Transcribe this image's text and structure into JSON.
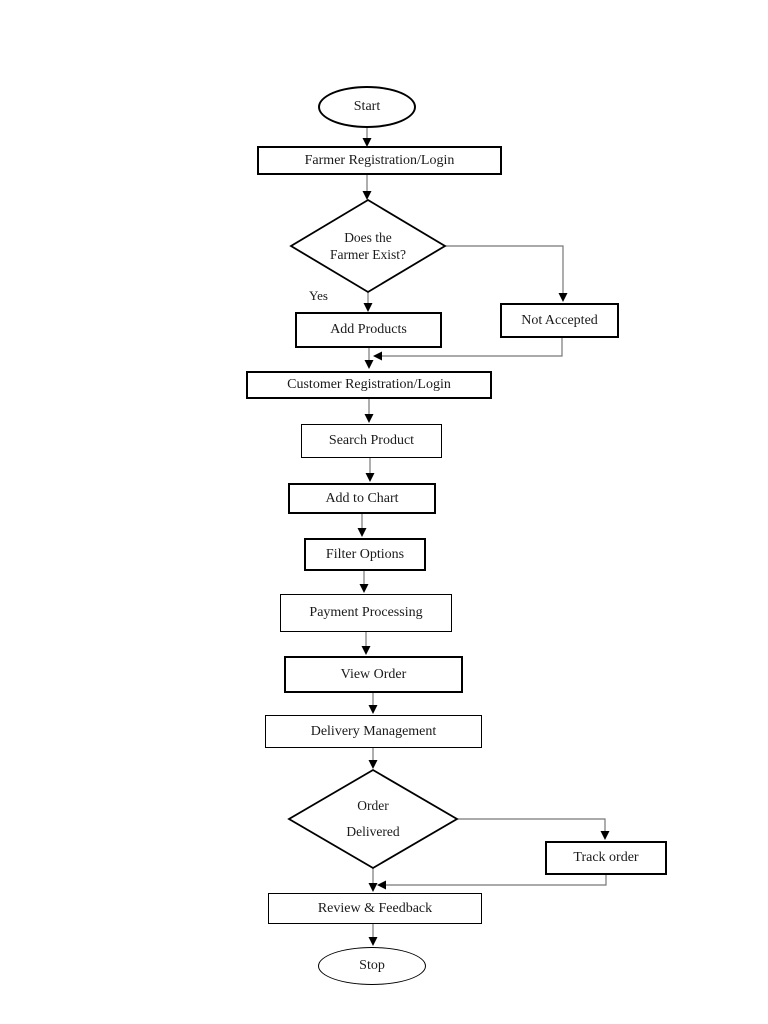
{
  "flowchart": {
    "nodes": {
      "start": {
        "label": "Start",
        "type": "terminator"
      },
      "farmer_registration": {
        "label": "Farmer Registration/Login",
        "type": "process"
      },
      "farmer_exists": {
        "line1": "Does the",
        "line2": "Farmer Exist?",
        "type": "decision"
      },
      "add_products": {
        "label": "Add Products",
        "type": "process"
      },
      "not_accepted": {
        "label": "Not Accepted",
        "type": "process"
      },
      "customer_registration": {
        "label": "Customer Registration/Login",
        "type": "process"
      },
      "search_product": {
        "label": "Search Product",
        "type": "process"
      },
      "add_to_chart": {
        "label": "Add to Chart",
        "type": "process"
      },
      "filter_options": {
        "label": "Filter Options",
        "type": "process"
      },
      "payment_processing": {
        "label": "Payment Processing",
        "type": "process"
      },
      "view_order": {
        "label": "View Order",
        "type": "process"
      },
      "delivery_management": {
        "label": "Delivery Management",
        "type": "process"
      },
      "order_delivered": {
        "line1": "Order",
        "line2": "Delivered",
        "type": "decision"
      },
      "track_order": {
        "label": "Track order",
        "type": "process"
      },
      "review_feedback": {
        "label": "Review & Feedback",
        "type": "process"
      },
      "stop": {
        "label": "Stop",
        "type": "terminator"
      }
    },
    "edge_labels": {
      "farmer_exists_yes": "Yes"
    },
    "colors": {
      "background": "#ffffff",
      "shape_border": "#000000",
      "connector_line": "#777777",
      "arrowhead": "#000000",
      "text": "#1a1a1a"
    }
  }
}
